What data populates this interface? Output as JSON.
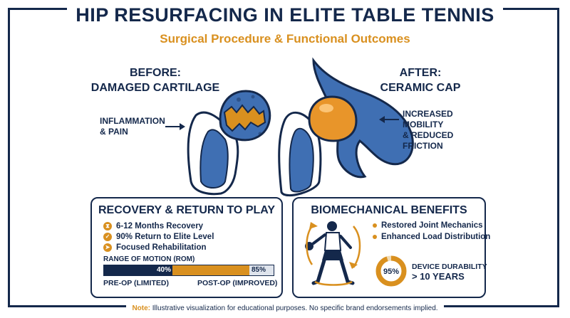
{
  "header": {
    "title": "HIP RESURFACING IN ELITE TABLE TENNIS",
    "subtitle": "Surgical Procedure & Functional Outcomes"
  },
  "illustration": {
    "before_title_line1": "BEFORE:",
    "before_title_line2": "DAMAGED CARTILAGE",
    "before_callout_line1": "INFLAMMATION",
    "before_callout_line2": "& PAIN",
    "after_title_line1": "AFTER:",
    "after_title_line2": "CERAMIC CAP",
    "after_callout_line1": "INCREASED MOBILITY",
    "after_callout_line2": "& REDUCED FRICTION"
  },
  "recovery": {
    "title": "RECOVERY & RETURN TO PLAY",
    "items": [
      {
        "icon": "hourglass-icon",
        "text": "6-12 Months Recovery"
      },
      {
        "icon": "check-icon",
        "text": "90% Return to Elite Level"
      },
      {
        "icon": "runner-icon",
        "text": "Focused Rehabilitation"
      }
    ],
    "rom": {
      "label": "RANGE OF MOTION (ROM)",
      "pre_value": 40,
      "pre_text": "40%",
      "post_value": 85,
      "post_text": "85%",
      "pre_label": "PRE-OP (LIMITED)",
      "post_label": "POST-OP (IMPROVED)"
    }
  },
  "biomechanics": {
    "title": "BIOMECHANICAL BENEFITS",
    "items": [
      "Restored Joint Mechanics",
      "Enhanced Load Distribution"
    ],
    "durability": {
      "percent": 95,
      "percent_text": "95%",
      "line1": "DEVICE DURABILITY",
      "line2": "> 10 YEARS"
    }
  },
  "footer": {
    "note_label": "Note:",
    "note_text": "Illustrative visualization for educational purposes. No specific brand endorsements implied."
  },
  "colors": {
    "navy": "#14284b",
    "orange": "#d9901f",
    "bone_blue": "#3f6fb3",
    "cream": "#ffffff"
  }
}
